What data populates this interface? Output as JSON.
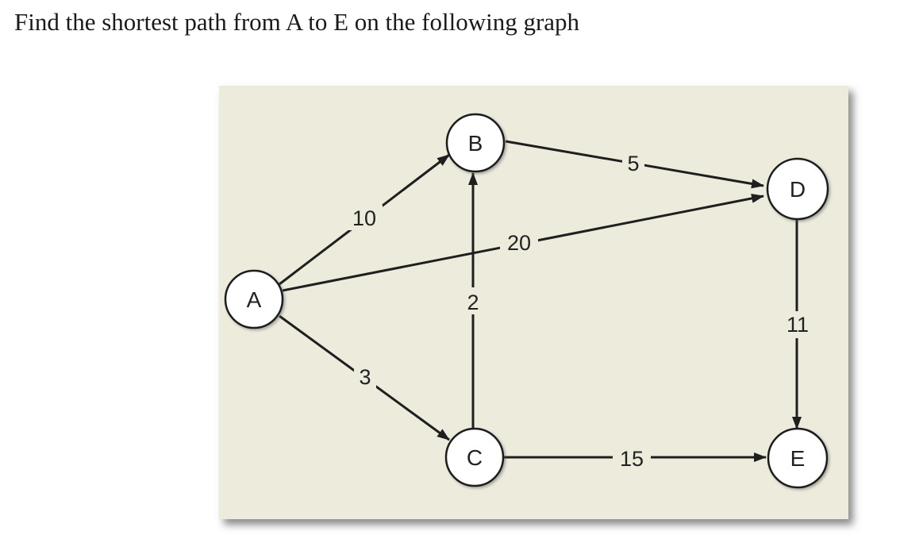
{
  "question": "Find the shortest path from A to E on the following graph",
  "colors": {
    "panel_background": "#ecebdc",
    "node_fill": "#ffffff",
    "stroke": "#1f1f1f"
  },
  "nodes": {
    "A": "A",
    "B": "B",
    "C": "C",
    "D": "D",
    "E": "E"
  },
  "edges": [
    {
      "from": "A",
      "to": "B",
      "weight": "10"
    },
    {
      "from": "A",
      "to": "C",
      "weight": "3"
    },
    {
      "from": "A",
      "to": "D",
      "weight": "20"
    },
    {
      "from": "B",
      "to": "D",
      "weight": "5"
    },
    {
      "from": "C",
      "to": "B",
      "weight": "2"
    },
    {
      "from": "C",
      "to": "E",
      "weight": "15"
    },
    {
      "from": "D",
      "to": "E",
      "weight": "11"
    }
  ]
}
